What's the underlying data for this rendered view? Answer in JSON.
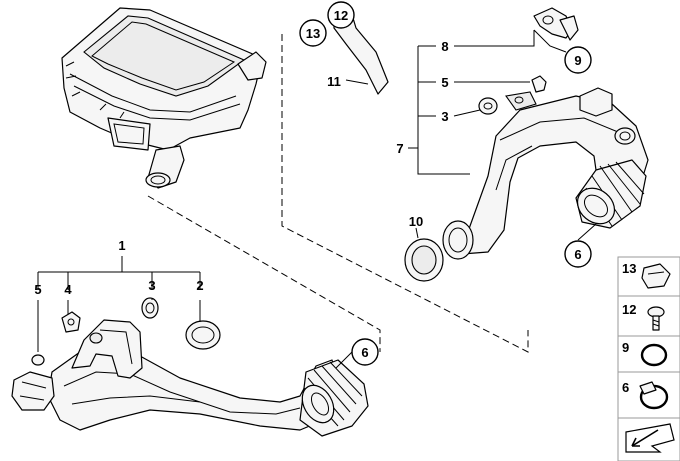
{
  "diagram": {
    "callouts": {
      "group_1": "1",
      "item_2": "2",
      "item_3_left": "3",
      "item_4": "4",
      "item_5_left": "5",
      "item_6_left": "6",
      "group_7": "7",
      "item_8": "8",
      "item_5_right": "5",
      "item_3_right": "3",
      "item_9": "9",
      "item_10": "10",
      "item_11": "11",
      "item_12": "12",
      "item_13": "13",
      "item_6_right": "6"
    },
    "legend": [
      {
        "label": "13",
        "icon": "clip-icon"
      },
      {
        "label": "12",
        "icon": "screw-icon"
      },
      {
        "label": "9",
        "icon": "o-ring-icon"
      },
      {
        "label": "6",
        "icon": "hose-clamp-icon"
      }
    ],
    "legend_footer_icon": "arrow-icon"
  }
}
